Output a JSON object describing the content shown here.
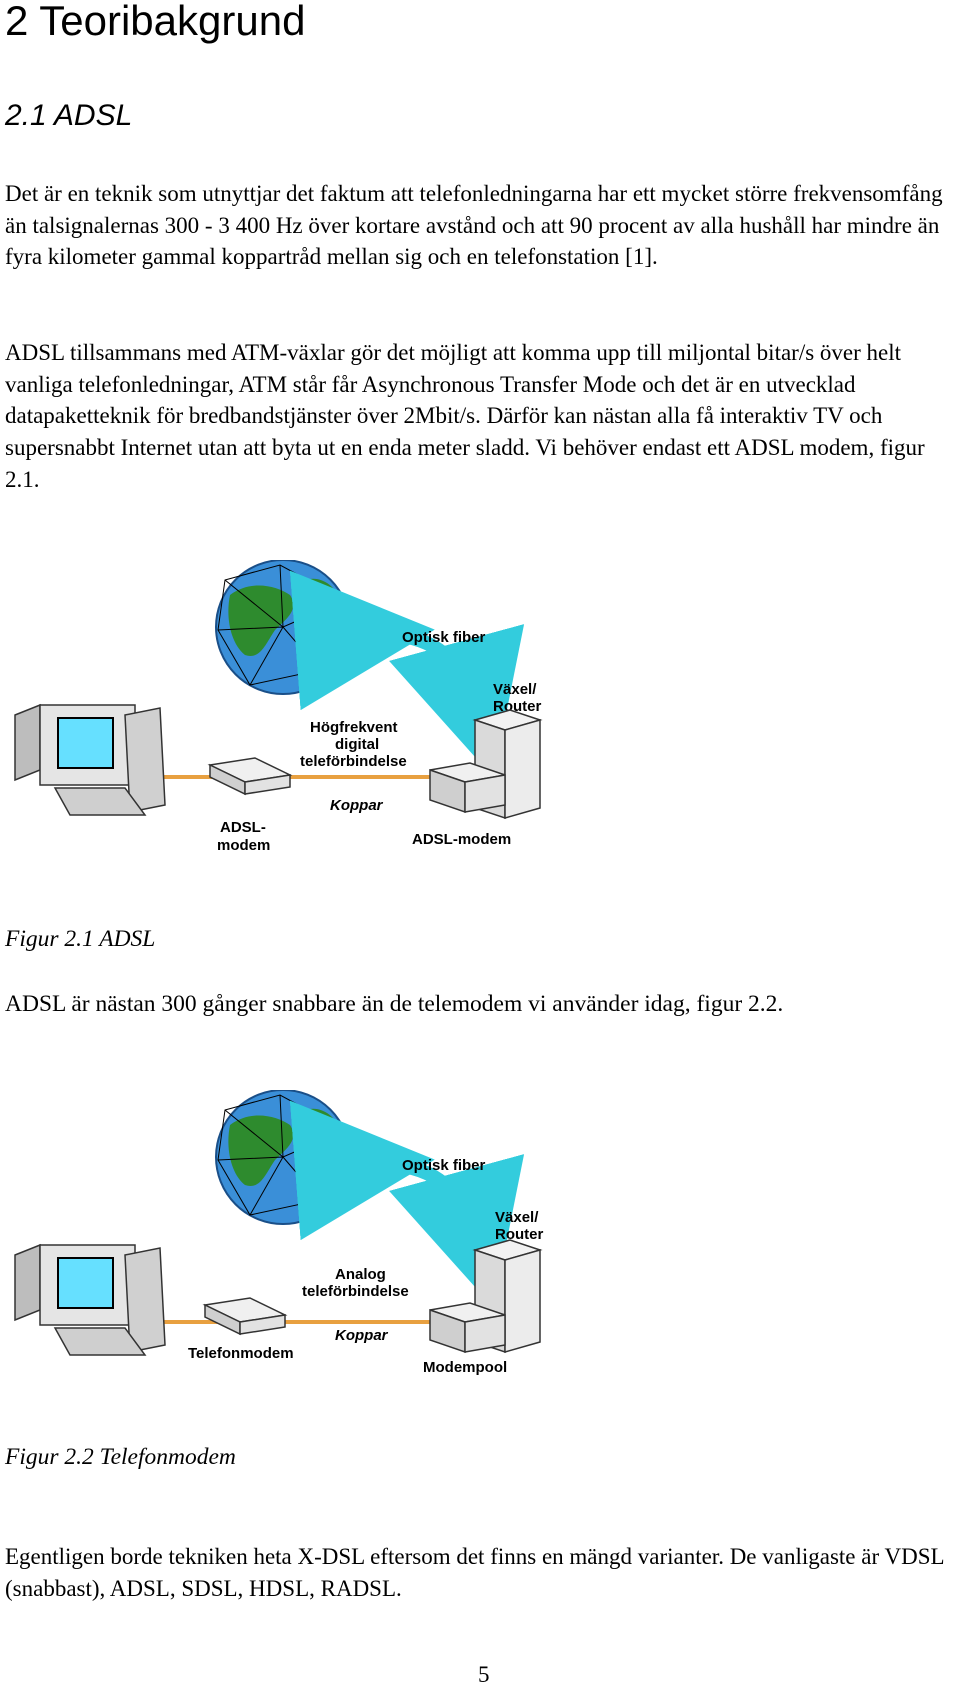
{
  "heading": "2 Teoribakgrund",
  "subheading": "2.1 ADSL",
  "paragraphs": {
    "p1": "Det är en teknik som utnyttjar det faktum att telefonledningarna har ett mycket större frekvensomfång än talsignalernas 300 - 3 400 Hz över kortare avstånd och att 90 procent av alla hushåll har mindre än fyra kilometer gammal koppartråd mellan sig och en telefonstation [1].",
    "p2": "ADSL  tillsammans med ATM-växlar gör det möjligt att komma upp till miljontal bitar/s över helt vanliga telefonledningar, ATM står får Asynchronous Transfer Mode och det är en utvecklad datapaketteknik för bredbandstjänster över 2Mbit/s. Därför kan nästan alla få interaktiv TV och supersnabbt Internet utan att byta ut en enda meter sladd. Vi behöver endast ett ADSL modem, figur 2.1.",
    "p3": "ADSL är nästan 300 gånger snabbare än de telemodem vi använder idag, figur 2.2.",
    "p4": "Egentligen borde tekniken heta X-DSL eftersom det finns en mängd varianter. De vanligaste är VDSL (snabbast), ADSL, SDSL, HDSL, RADSL."
  },
  "figure1": {
    "label_fiber": "Optisk fiber",
    "label_router_1": "Växel/",
    "label_router_2": "Router",
    "label_link_1": "Högfrekvent",
    "label_link_2": "digital",
    "label_link_3": "teleförbindelse",
    "label_copper": "Koppar",
    "label_modem_left_1": "ADSL-",
    "label_modem_left_2": "modem",
    "label_modem_right": "ADSL-modem",
    "caption": "Figur 2.1 ADSL"
  },
  "figure2": {
    "label_fiber": "Optisk fiber",
    "label_router_1": "Växel/",
    "label_router_2": "Router",
    "label_link_1": "Analog",
    "label_link_2": "teleförbindelse",
    "label_copper": "Koppar",
    "label_modem_left": "Telefonmodem",
    "label_modem_right": "Modempool",
    "caption": "Figur 2.2 Telefonmodem"
  },
  "page_number": "5",
  "colors": {
    "ocean": "#3a8fd8",
    "land": "#2e8b2e",
    "arrow": "#33ccdd",
    "wire": "#e8a040"
  }
}
